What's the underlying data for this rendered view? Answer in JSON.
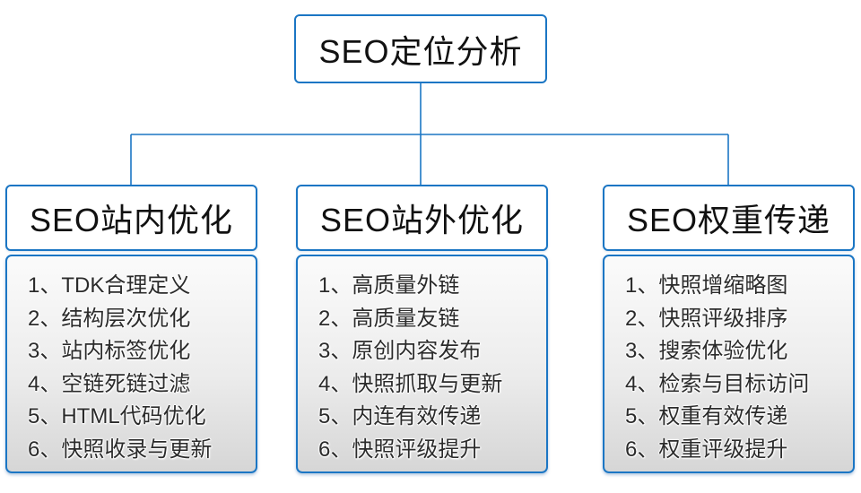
{
  "colors": {
    "accent": "#1B76C4",
    "body_gradient_top": "#FBFBFB",
    "body_gradient_bottom": "#D6D6D6",
    "header_text": "#111111",
    "item_text": "#2B2B2B"
  },
  "root": {
    "title": "SEO定位分析"
  },
  "columns": [
    {
      "title": "SEO站内优化",
      "items": [
        "1、TDK合理定义",
        "2、结构层次优化",
        "3、站内标签优化",
        "4、空链死链过滤",
        "5、HTML代码优化",
        "6、快照收录与更新"
      ]
    },
    {
      "title": "SEO站外优化",
      "items": [
        "1、高质量外链",
        "2、高质量友链",
        "3、原创内容发布",
        "4、快照抓取与更新",
        "5、内连有效传递",
        "6、快照评级提升"
      ]
    },
    {
      "title": "SEO权重传递",
      "items": [
        "1、快照增缩略图",
        "2、快照评级排序",
        "3、搜索体验优化",
        "4、检索与目标访问",
        "5、权重有效传递",
        "6、权重评级提升"
      ]
    }
  ]
}
